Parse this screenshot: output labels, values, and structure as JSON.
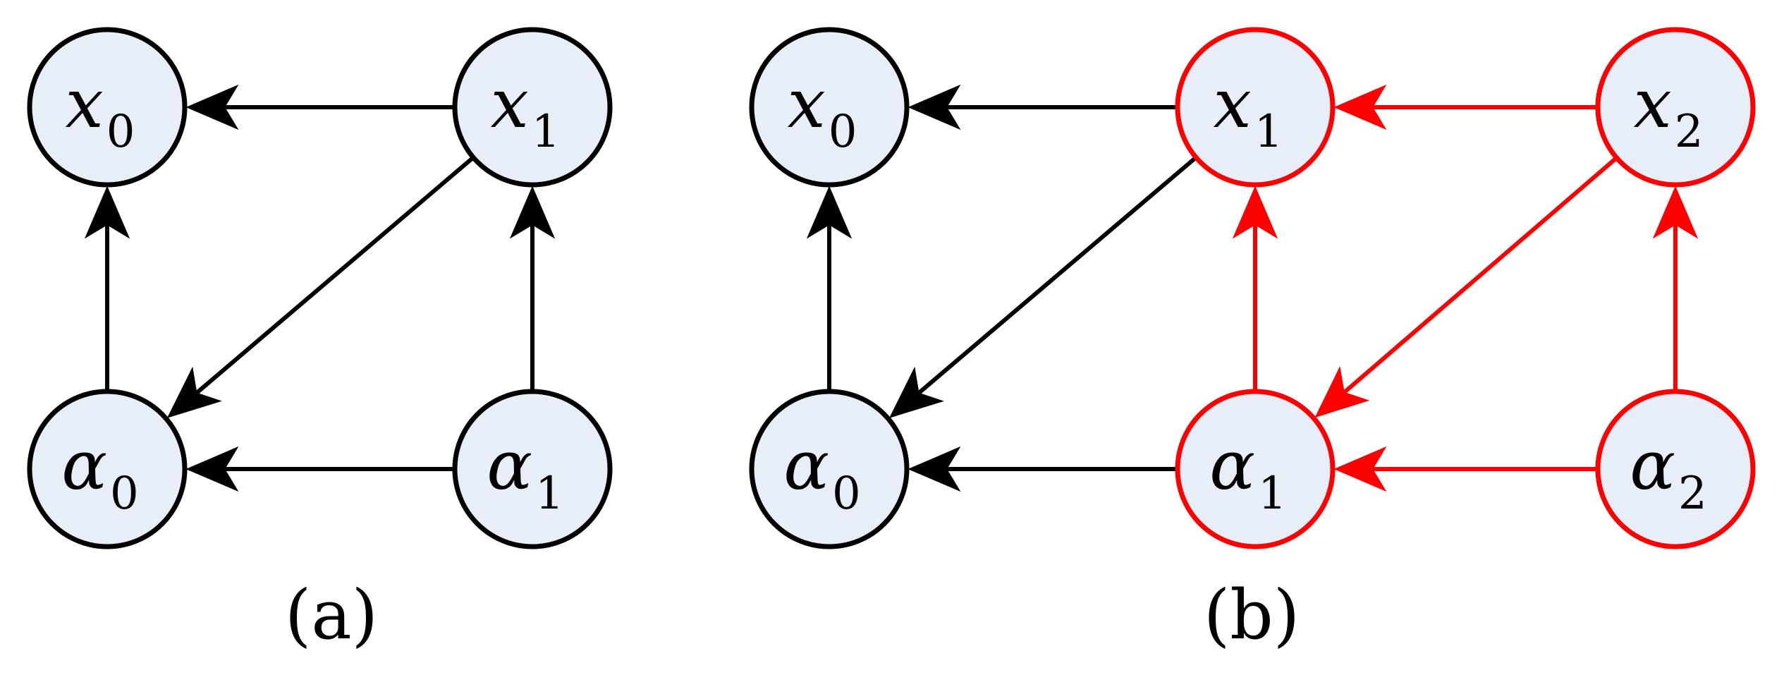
{
  "colors": {
    "node_fill": "#e8eef8",
    "black": "#000000",
    "red": "#ff0000"
  },
  "panel_a": {
    "caption": "(a)",
    "nodes": {
      "x0": {
        "symbol": "x",
        "sub": "0",
        "color": "black"
      },
      "x1": {
        "symbol": "x",
        "sub": "1",
        "color": "black"
      },
      "a0": {
        "symbol": "α",
        "sub": "0",
        "color": "black"
      },
      "a1": {
        "symbol": "α",
        "sub": "1",
        "color": "black"
      }
    },
    "edges": [
      {
        "from": "x1",
        "to": "x0",
        "color": "black"
      },
      {
        "from": "a0",
        "to": "x0",
        "color": "black"
      },
      {
        "from": "a1",
        "to": "x1",
        "color": "black"
      },
      {
        "from": "x1",
        "to": "a0",
        "color": "black"
      },
      {
        "from": "a1",
        "to": "a0",
        "color": "black"
      }
    ]
  },
  "panel_b": {
    "caption": "(b)",
    "nodes": {
      "x0": {
        "symbol": "x",
        "sub": "0",
        "color": "black"
      },
      "x1": {
        "symbol": "x",
        "sub": "1",
        "color": "red"
      },
      "x2": {
        "symbol": "x",
        "sub": "2",
        "color": "red"
      },
      "a0": {
        "symbol": "α",
        "sub": "0",
        "color": "black"
      },
      "a1": {
        "symbol": "α",
        "sub": "1",
        "color": "red"
      },
      "a2": {
        "symbol": "α",
        "sub": "2",
        "color": "red"
      }
    },
    "edges": [
      {
        "from": "x1",
        "to": "x0",
        "color": "black"
      },
      {
        "from": "a0",
        "to": "x0",
        "color": "black"
      },
      {
        "from": "x1",
        "to": "a0",
        "color": "black"
      },
      {
        "from": "a1",
        "to": "a0",
        "color": "black"
      },
      {
        "from": "x2",
        "to": "x1",
        "color": "red"
      },
      {
        "from": "a1",
        "to": "x1",
        "color": "red"
      },
      {
        "from": "a2",
        "to": "x2",
        "color": "red"
      },
      {
        "from": "x2",
        "to": "a1",
        "color": "red"
      },
      {
        "from": "a2",
        "to": "a1",
        "color": "red"
      }
    ]
  }
}
